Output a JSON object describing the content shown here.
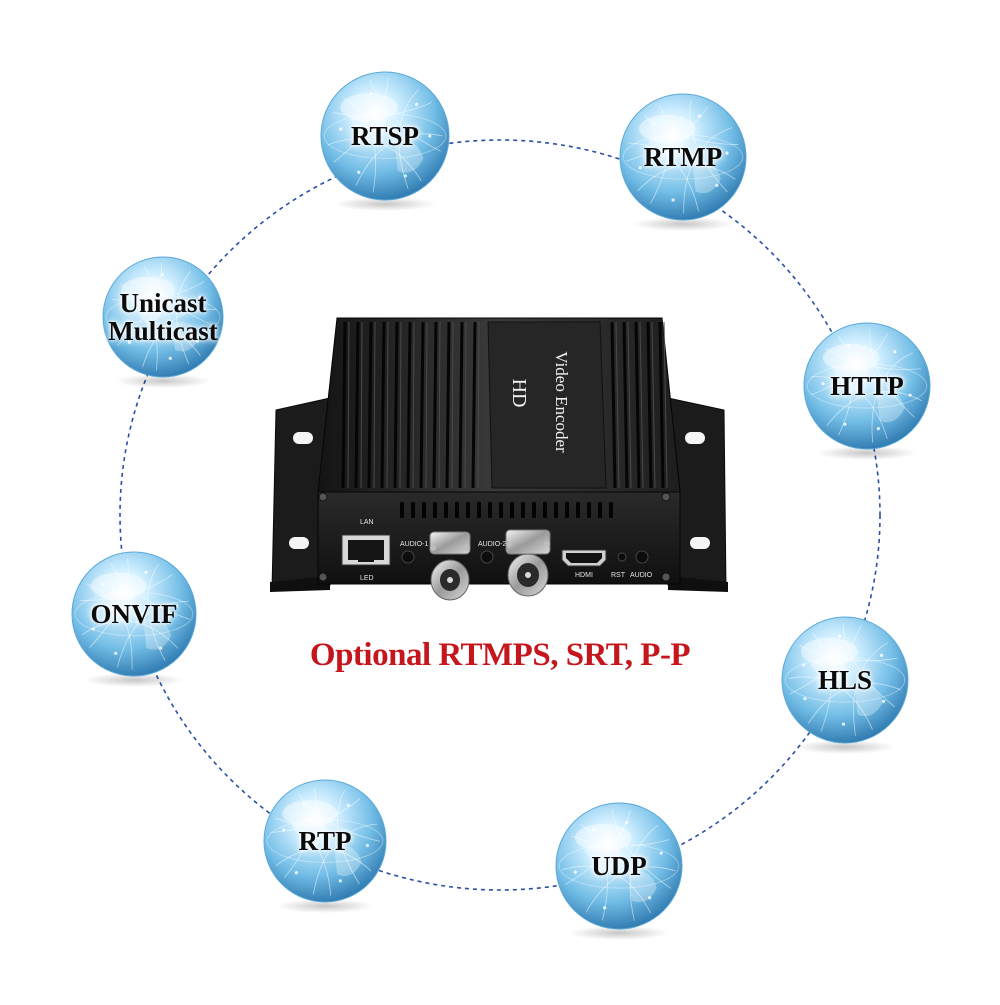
{
  "globes": [
    {
      "id": "rtsp",
      "lines": [
        "RTSP"
      ]
    },
    {
      "id": "rtmp",
      "lines": [
        "RTMP"
      ]
    },
    {
      "id": "unicast-multicast",
      "lines": [
        "Unicast",
        "Multicast"
      ]
    },
    {
      "id": "http",
      "lines": [
        "HTTP"
      ]
    },
    {
      "id": "onvif",
      "lines": [
        "ONVIF"
      ]
    },
    {
      "id": "hls",
      "lines": [
        "HLS"
      ]
    },
    {
      "id": "rtp",
      "lines": [
        "RTP"
      ]
    },
    {
      "id": "udp",
      "lines": [
        "UDP"
      ]
    }
  ],
  "tagline": "Optional RTMPS, SRT, P-P",
  "device": {
    "label_hd": "HD",
    "label_model": "Video Encoder",
    "ports": {
      "lan": "LAN",
      "led": "LED",
      "audio1": "AUDIO-1",
      "audio2": "AUDIO-2",
      "hdmi": "HDMI",
      "rst": "RST",
      "audio": "AUDIO"
    }
  },
  "colors": {
    "ring": "#2a4fa3",
    "tagline": "#c4161c",
    "globe_light": "#e9f7ff",
    "globe_mid": "#7fc3e8",
    "globe_dark": "#1f6fa6",
    "device_body": "#1c1c1c"
  }
}
